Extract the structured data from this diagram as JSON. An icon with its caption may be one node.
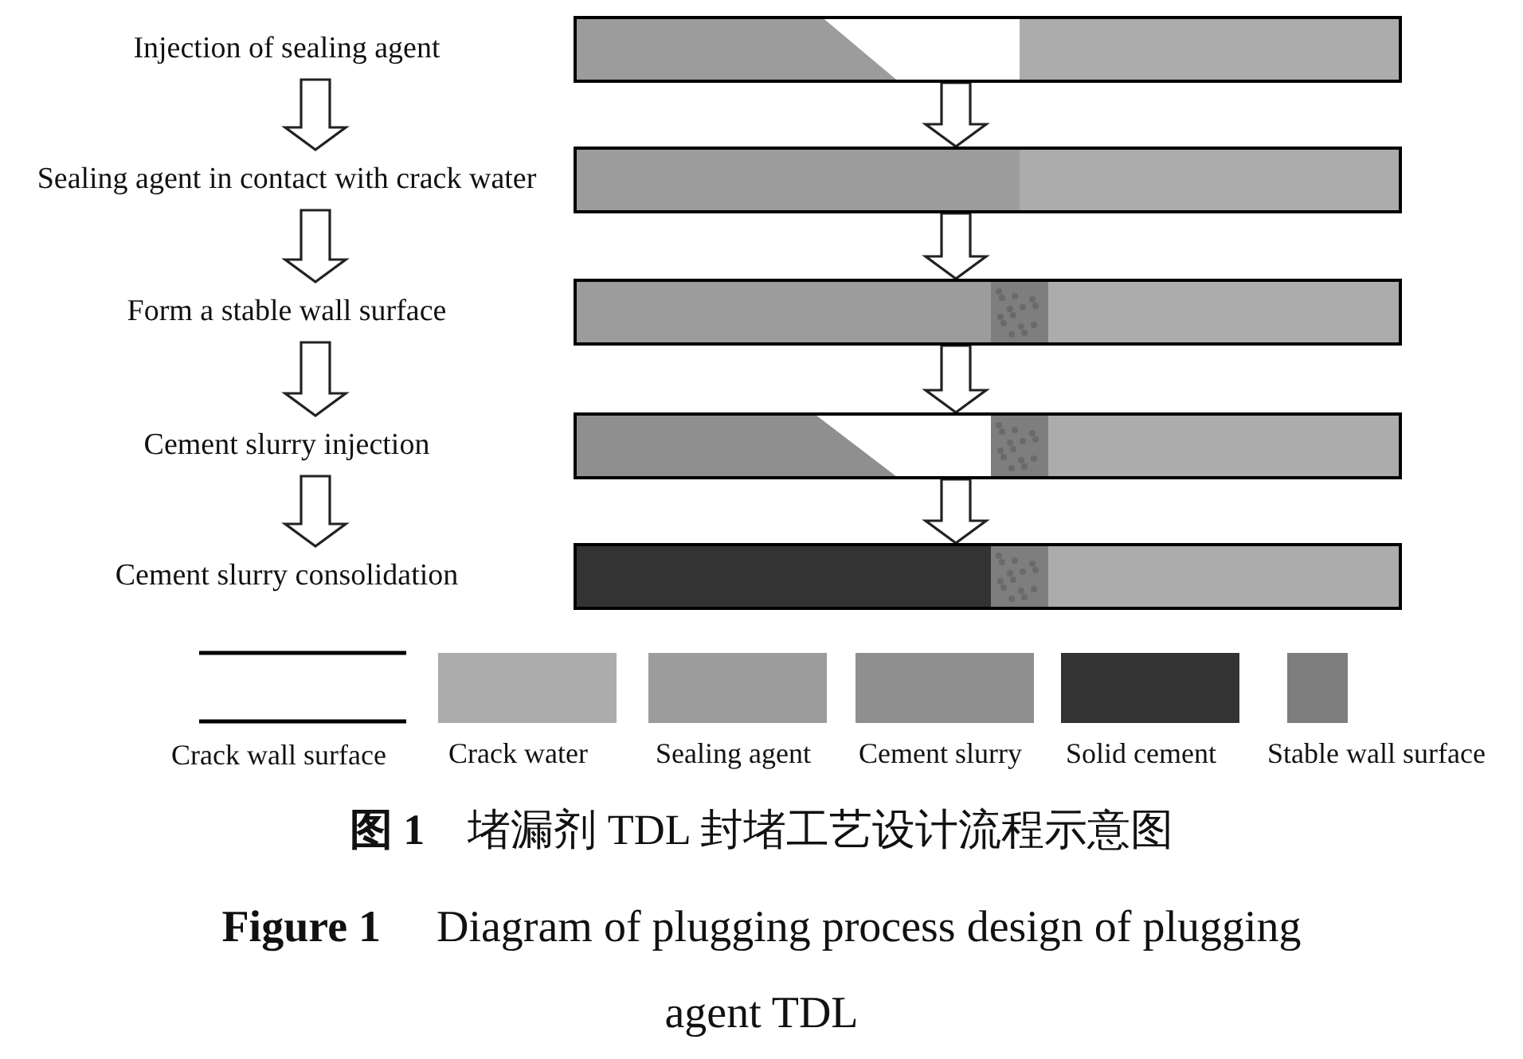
{
  "diagram": {
    "caption": "**图 1**　堵漏剂 TDL 封堵工艺设计流程示意图",
    "nodes": [
      {
        "text": [
          "Injection of sealing agent"
        ]
      },
      {
        "text": [
          "Sealing agent in contact with crack water"
        ]
      },
      {
        "text": [
          "Form a stable wall surface"
        ]
      },
      {
        "text": [
          "Cement slurry injection"
        ]
      },
      {
        "text": [
          "Cement slurry consolidation"
        ]
      },
      {
        "text": [],
        "shape": "bar"
      },
      {
        "text": [],
        "shape": "bar"
      },
      {
        "text": [],
        "shape": "bar"
      },
      {
        "text": [],
        "shape": "bar"
      },
      {
        "text": [],
        "shape": "bar"
      }
    ],
    "edges": [
      {
        "from": 0,
        "to": 1,
        "arrow": "to"
      },
      {
        "from": 1,
        "to": 2,
        "arrow": "to"
      },
      {
        "from": 2,
        "to": 3,
        "arrow": "to"
      },
      {
        "from": 3,
        "to": 4,
        "arrow": "to"
      },
      {
        "from": 5,
        "to": 6,
        "arrow": "to"
      },
      {
        "from": 6,
        "to": 7,
        "arrow": "to"
      },
      {
        "from": 7,
        "to": 8,
        "arrow": "to"
      },
      {
        "from": 8,
        "to": 9,
        "arrow": "to"
      }
    ],
    "labels": [
      "**Figure 1**　 Diagram of plugging process design of plugging agent TDL"
    ],
    "legend": [
      {
        "text": "Crack wall surface"
      },
      {
        "text": "Crack water",
        "color": "#acacac"
      },
      {
        "text": "Sealing agent",
        "color": "#9c9c9c"
      },
      {
        "text": "Cement slurry",
        "color": "#8f8f8f"
      },
      {
        "text": "Solid cement",
        "color": "#333333"
      },
      {
        "text": "Stable wall surface",
        "color": "#7e7e7e"
      }
    ]
  }
}
